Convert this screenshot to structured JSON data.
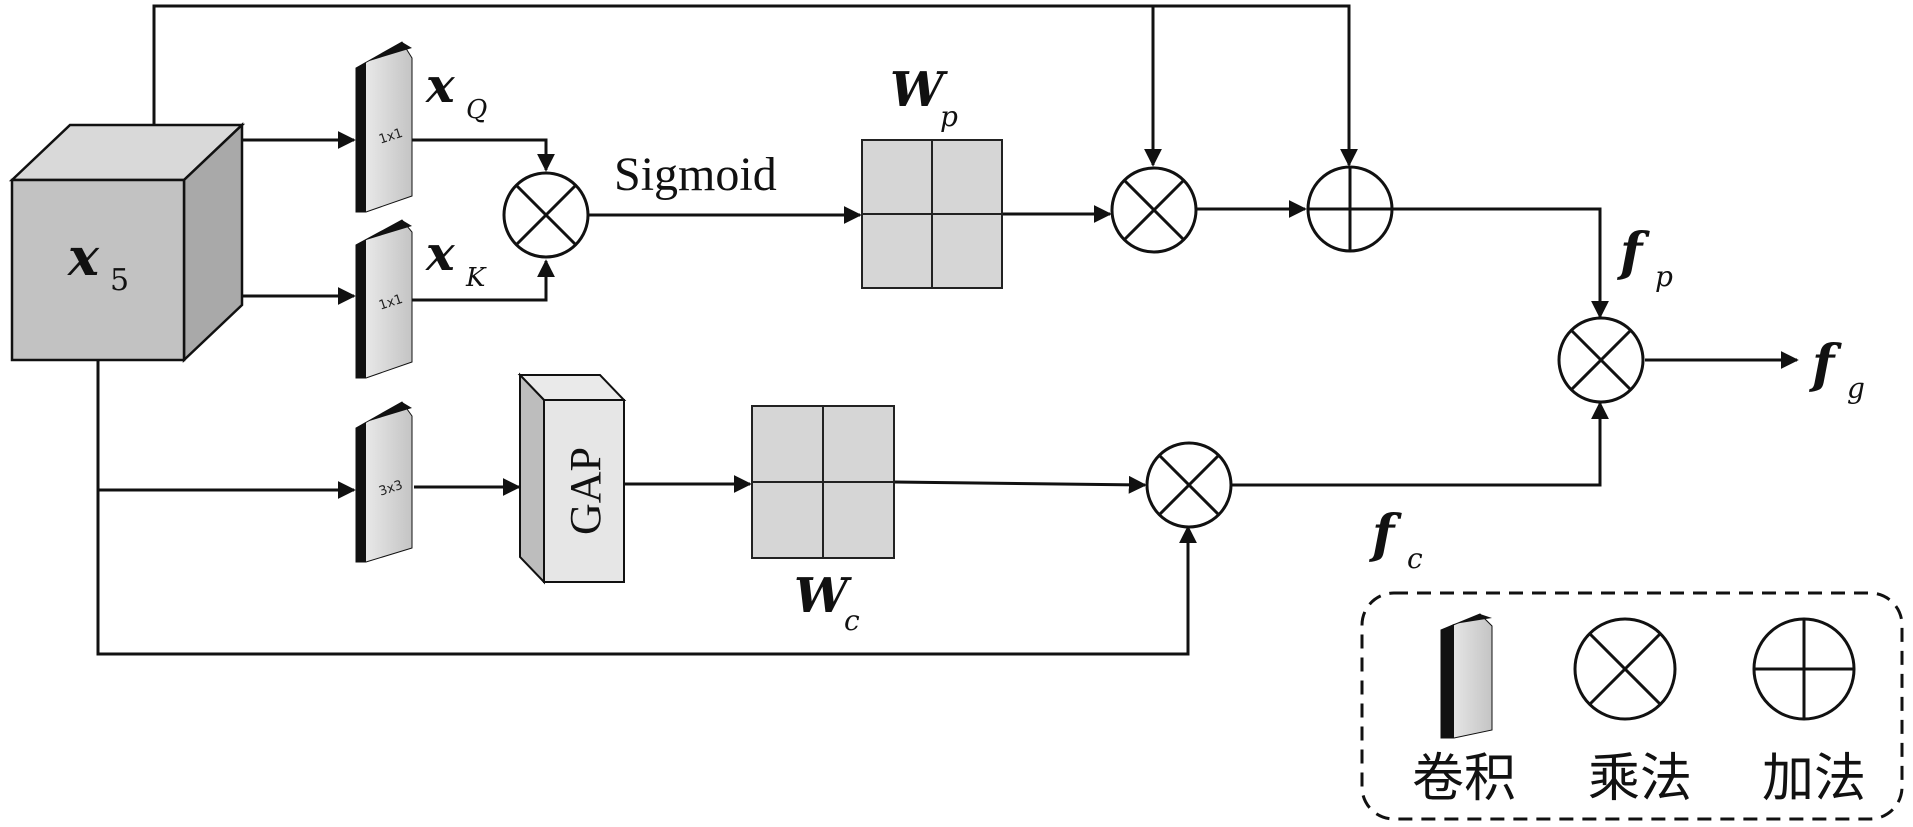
{
  "inputs": {
    "x5_base": "x",
    "x5_sub": "5"
  },
  "conv_blocks": [
    {
      "label": "1x1"
    },
    {
      "label": "1x1"
    },
    {
      "label": "3x3"
    }
  ],
  "labels": {
    "xQ_base": "x",
    "xQ_sub": "Q",
    "xK_base": "x",
    "xK_sub": "K",
    "sigmoid": "Sigmoid",
    "Wp_base": "W",
    "Wp_sub": "p",
    "Wc_base": "W",
    "Wc_sub": "c",
    "gap": "GAP",
    "fp_base": "f",
    "fp_sub": "p",
    "fc_base": "f",
    "fc_sub": "c",
    "fg_base": "f",
    "fg_sub": "g"
  },
  "legend": {
    "conv": "卷积",
    "multiply": "乘法",
    "add": "加法"
  }
}
